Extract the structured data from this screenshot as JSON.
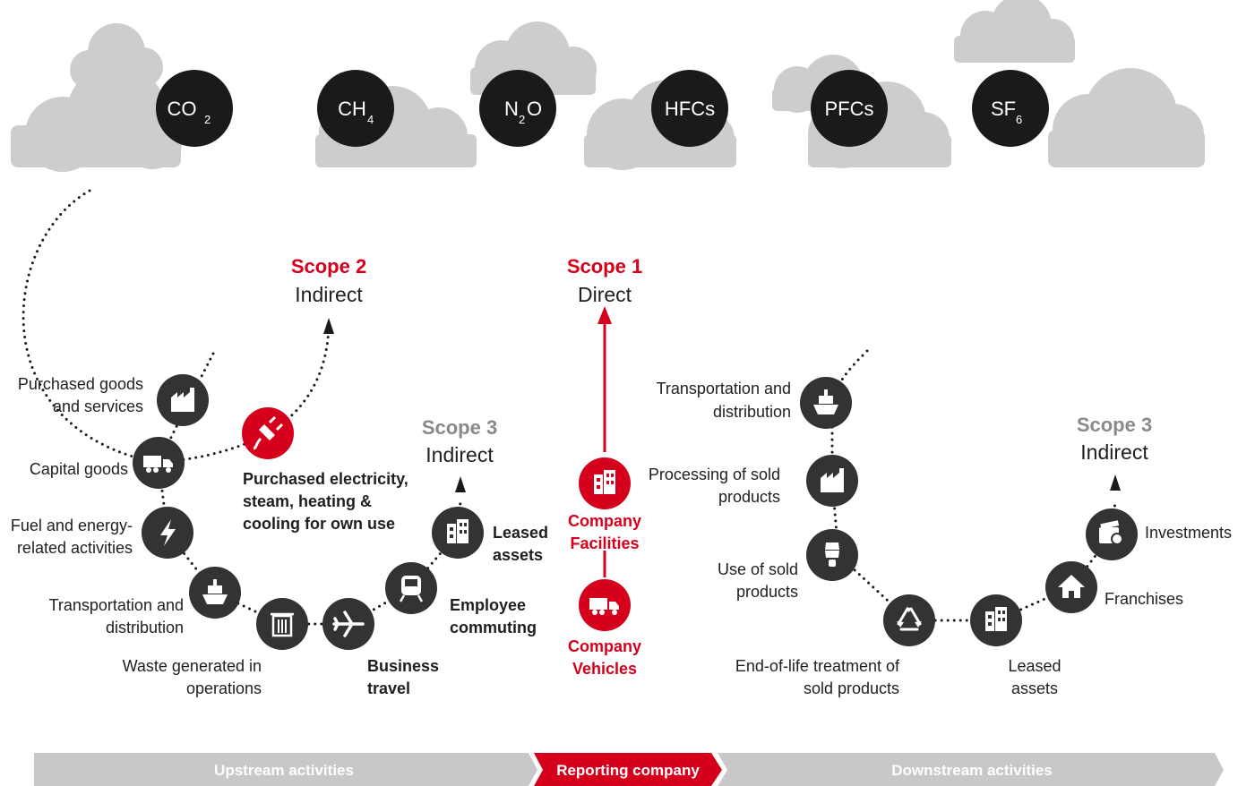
{
  "gases": [
    {
      "main": "CO",
      "sub": "2",
      "icon": "co2-gas-icon"
    },
    {
      "main": "CH",
      "sub": "4",
      "icon": "ch4-gas-icon"
    },
    {
      "main": "N",
      "sub": "2",
      "tail": "O",
      "icon": "n2o-gas-icon"
    },
    {
      "main": "HFCs",
      "icon": "hfcs-gas-icon"
    },
    {
      "main": "PFCs",
      "icon": "pfcs-gas-icon"
    },
    {
      "main": "SF",
      "sub": "6",
      "icon": "sf6-gas-icon"
    }
  ],
  "scope2": {
    "title": "Scope 2",
    "subtitle": "Indirect"
  },
  "scope1": {
    "title": "Scope 1",
    "subtitle": "Direct"
  },
  "scope3_upstream": {
    "title": "Scope 3",
    "subtitle": "Indirect"
  },
  "scope3_downstream": {
    "title": "Scope 3",
    "subtitle": "Indirect"
  },
  "upstream_items": {
    "purchased_goods": [
      "Purchased goods",
      "and services"
    ],
    "capital_goods": [
      "Capital goods"
    ],
    "fuel_energy": [
      "Fuel and energy-",
      "related activities"
    ],
    "transport": [
      "Transportation and",
      "distribution"
    ],
    "waste": [
      "Waste generated in",
      "operations"
    ],
    "business_travel": [
      "Business",
      "travel"
    ],
    "employee_commuting": [
      "Employee",
      "commuting"
    ],
    "leased_assets": [
      "Leased",
      "assets"
    ],
    "purchased_electricity": [
      "Purchased electricity,",
      "steam, heating &",
      "cooling for own use"
    ]
  },
  "company_items": {
    "facilities": [
      "Company",
      "Facilities"
    ],
    "vehicles": [
      "Company",
      "Vehicles"
    ]
  },
  "downstream_items": {
    "transport": [
      "Transportation and",
      "distribution"
    ],
    "processing": [
      "Processing of sold",
      "products"
    ],
    "use": [
      "Use of sold",
      "products"
    ],
    "end_of_life": [
      "End-of-life treatment of",
      "sold products"
    ],
    "leased_assets": [
      "Leased",
      "assets"
    ],
    "franchises": [
      "Franchises"
    ],
    "investments": [
      "Investments"
    ]
  },
  "bar": {
    "upstream": "Upstream activities",
    "reporting": "Reporting company",
    "downstream": "Downstream activities"
  },
  "colors": {
    "accent": "#d5001c",
    "dark": "#333333",
    "cloud": "#cdcdcf",
    "bar": "#c8c8ca"
  }
}
